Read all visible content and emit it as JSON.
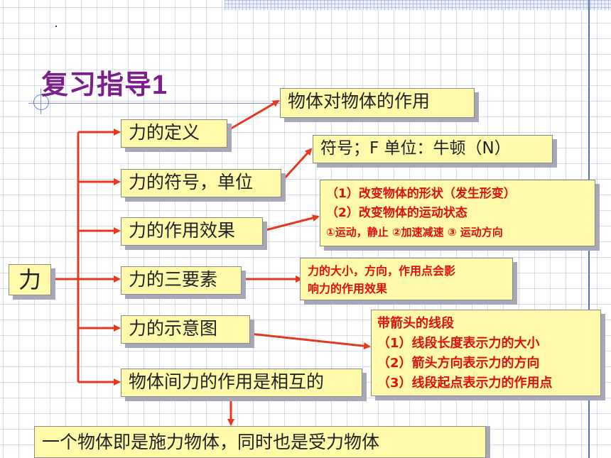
{
  "slide": {
    "title": "复习指导1"
  },
  "diagram": {
    "root": "力",
    "nodes": [
      {
        "label": "力的定义",
        "detail": [
          "物体对物体的作用"
        ]
      },
      {
        "label": "力的符号，单位",
        "detail": [
          "符号；F  单位：牛顿（N）"
        ]
      },
      {
        "label": "力的作用效果",
        "detail": [
          "（1）改变物体的形状（发生形变）",
          "（2）改变物体的运动状态",
          "①运动，静止 ②加速减速 ③ 运动方向"
        ]
      },
      {
        "label": "力的三要素",
        "detail": [
          "力的大小，方向，作用点会影",
          "响力的作用效果"
        ]
      },
      {
        "label": "力的示意图",
        "detail": [
          "带箭头的线段",
          "（1）线段长度表示力的大小",
          "（2）箭头方向表示力的方向",
          "（3）线段起点表示力的作用点"
        ]
      },
      {
        "label": "物体间力的作用是相互的",
        "detail": [
          "一个物体即是施力物体，同时也是受力物体"
        ]
      }
    ]
  },
  "colors": {
    "box_fill": "#fefaaa",
    "arrow": "#e8381c",
    "title": "#7a1f8c",
    "red_text": "#e01010"
  }
}
